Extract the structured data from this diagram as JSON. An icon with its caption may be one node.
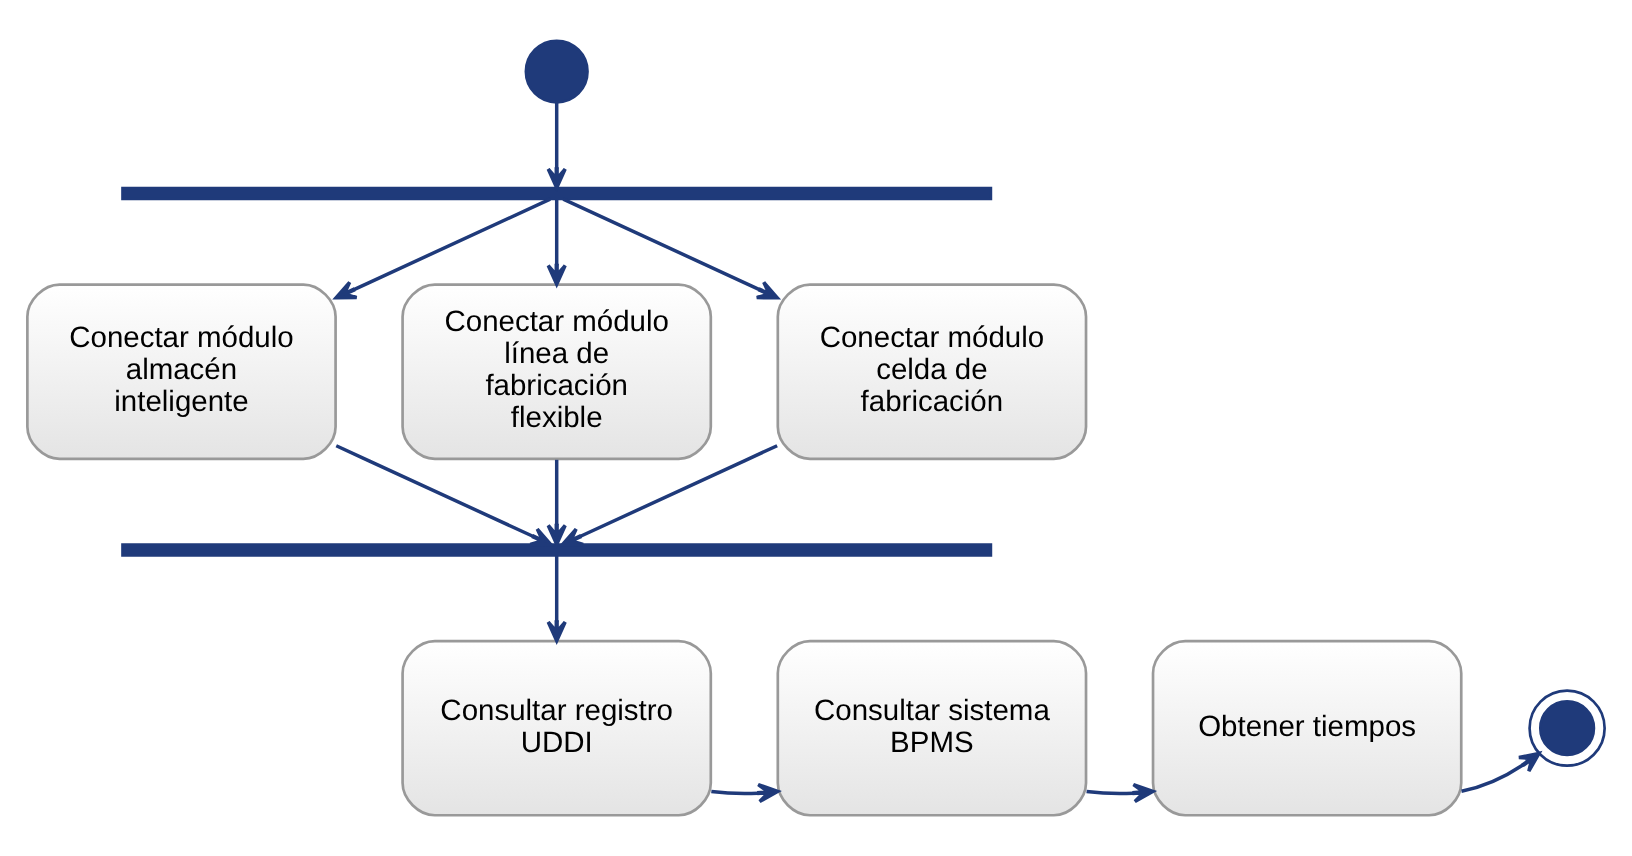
{
  "diagram": {
    "nodes": [
      {
        "text": [],
        "shape": "circle"
      },
      {
        "text": [],
        "shape": "bar"
      },
      {
        "text": [
          "Conectar módulo almacén inteligente"
        ]
      },
      {
        "text": [
          "Conectar módulo línea de fabricación flexible"
        ]
      },
      {
        "text": [
          "Conectar módulo celda de fabricación"
        ]
      },
      {
        "text": [],
        "shape": "bar"
      },
      {
        "text": [
          "Consultar registro UDDI"
        ]
      },
      {
        "text": [
          "Consultar sistema BPMS"
        ]
      },
      {
        "text": [
          "Obtener tiempos"
        ]
      },
      {
        "text": [],
        "shape": "circle"
      }
    ],
    "edges": [
      {
        "from": 0,
        "to": 1,
        "arrow": "to"
      },
      {
        "from": 1,
        "to": 2,
        "arrow": "to"
      },
      {
        "from": 1,
        "to": 3,
        "arrow": "to"
      },
      {
        "from": 1,
        "to": 4,
        "arrow": "to"
      },
      {
        "from": 2,
        "to": 5,
        "arrow": "to"
      },
      {
        "from": 3,
        "to": 5,
        "arrow": "to"
      },
      {
        "from": 4,
        "to": 5,
        "arrow": "to"
      },
      {
        "from": 5,
        "to": 6,
        "arrow": "to"
      },
      {
        "from": 6,
        "to": 7,
        "arrow": "to"
      },
      {
        "from": 7,
        "to": 8,
        "arrow": "to"
      },
      {
        "from": 8,
        "to": 9,
        "arrow": "to"
      }
    ]
  }
}
